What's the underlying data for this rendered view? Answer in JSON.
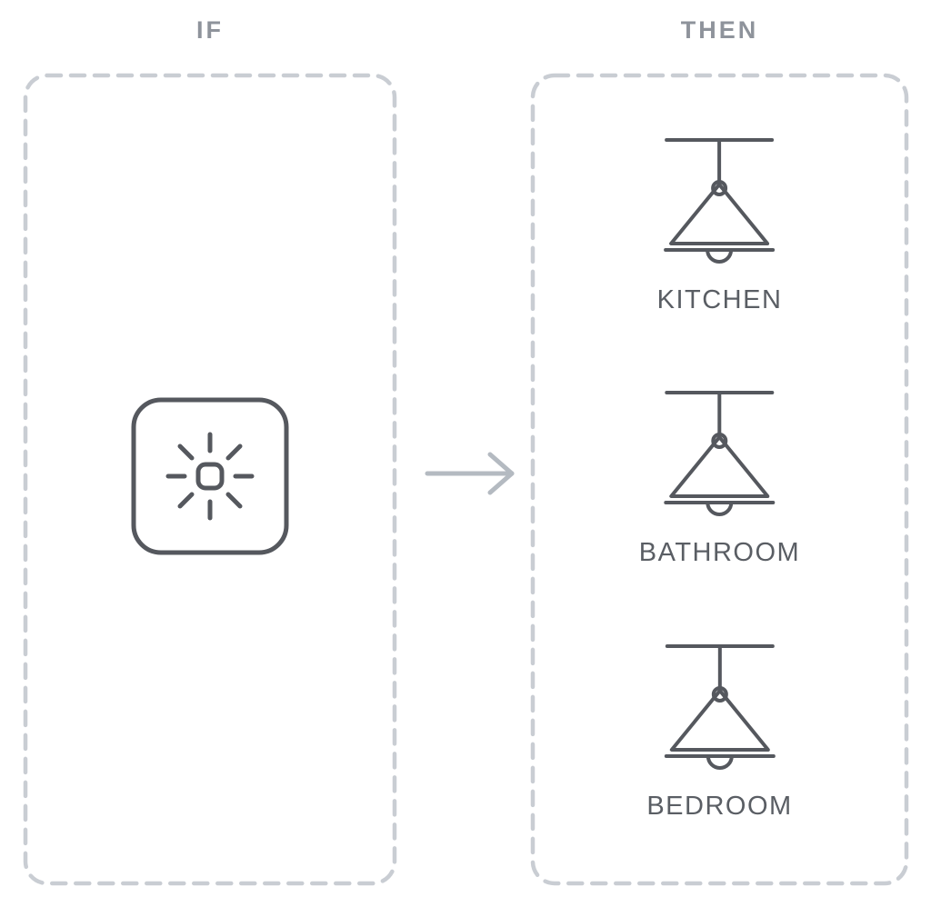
{
  "diagram": {
    "if_panel": {
      "label": "IF",
      "icon": "blinking-button-icon"
    },
    "then_panel": {
      "label": "THEN",
      "lamps": [
        {
          "label": "KITCHEN",
          "icon": "pendant-lamp-icon"
        },
        {
          "label": "BATHROOM",
          "icon": "pendant-lamp-icon"
        },
        {
          "label": "BEDROOM",
          "icon": "pendant-lamp-icon"
        }
      ]
    },
    "connector": {
      "icon": "arrow-right-icon",
      "direction": "right"
    },
    "colors": {
      "background": "#ffffff",
      "dashed_border": "#c9cdd3",
      "heading_text": "#8e939b",
      "icon_stroke": "#55585e",
      "label_text": "#5a5e64",
      "arrow": "#b4bac1"
    }
  }
}
